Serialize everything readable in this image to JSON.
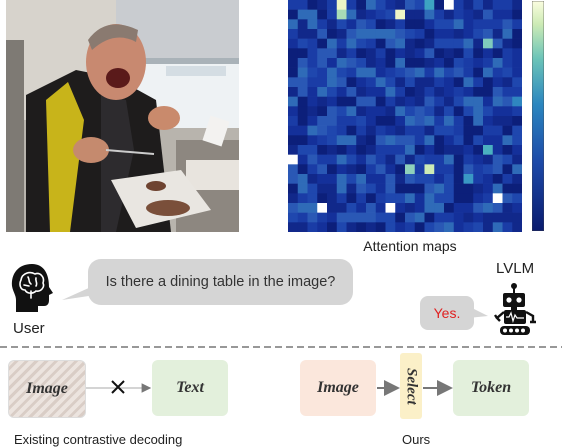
{
  "attention_label": "Attention maps",
  "dialog": {
    "user_label": "User",
    "question": "Is there a dining table in the image?",
    "model_label": "LVLM",
    "answer": "Yes."
  },
  "existing": {
    "image_label": "Image",
    "text_label": "Text",
    "caption": "Existing contrastive decoding"
  },
  "ours": {
    "image_label": "Image",
    "select_label": "Select",
    "token_label": "Token",
    "caption": "Ours"
  },
  "colors": {
    "answer_text": "#e02020",
    "bubble": "#d5d5d5",
    "image_box_ours": "#fbe7dc",
    "select_box": "#fbf0c8",
    "token_box": "#e3f0dc"
  }
}
